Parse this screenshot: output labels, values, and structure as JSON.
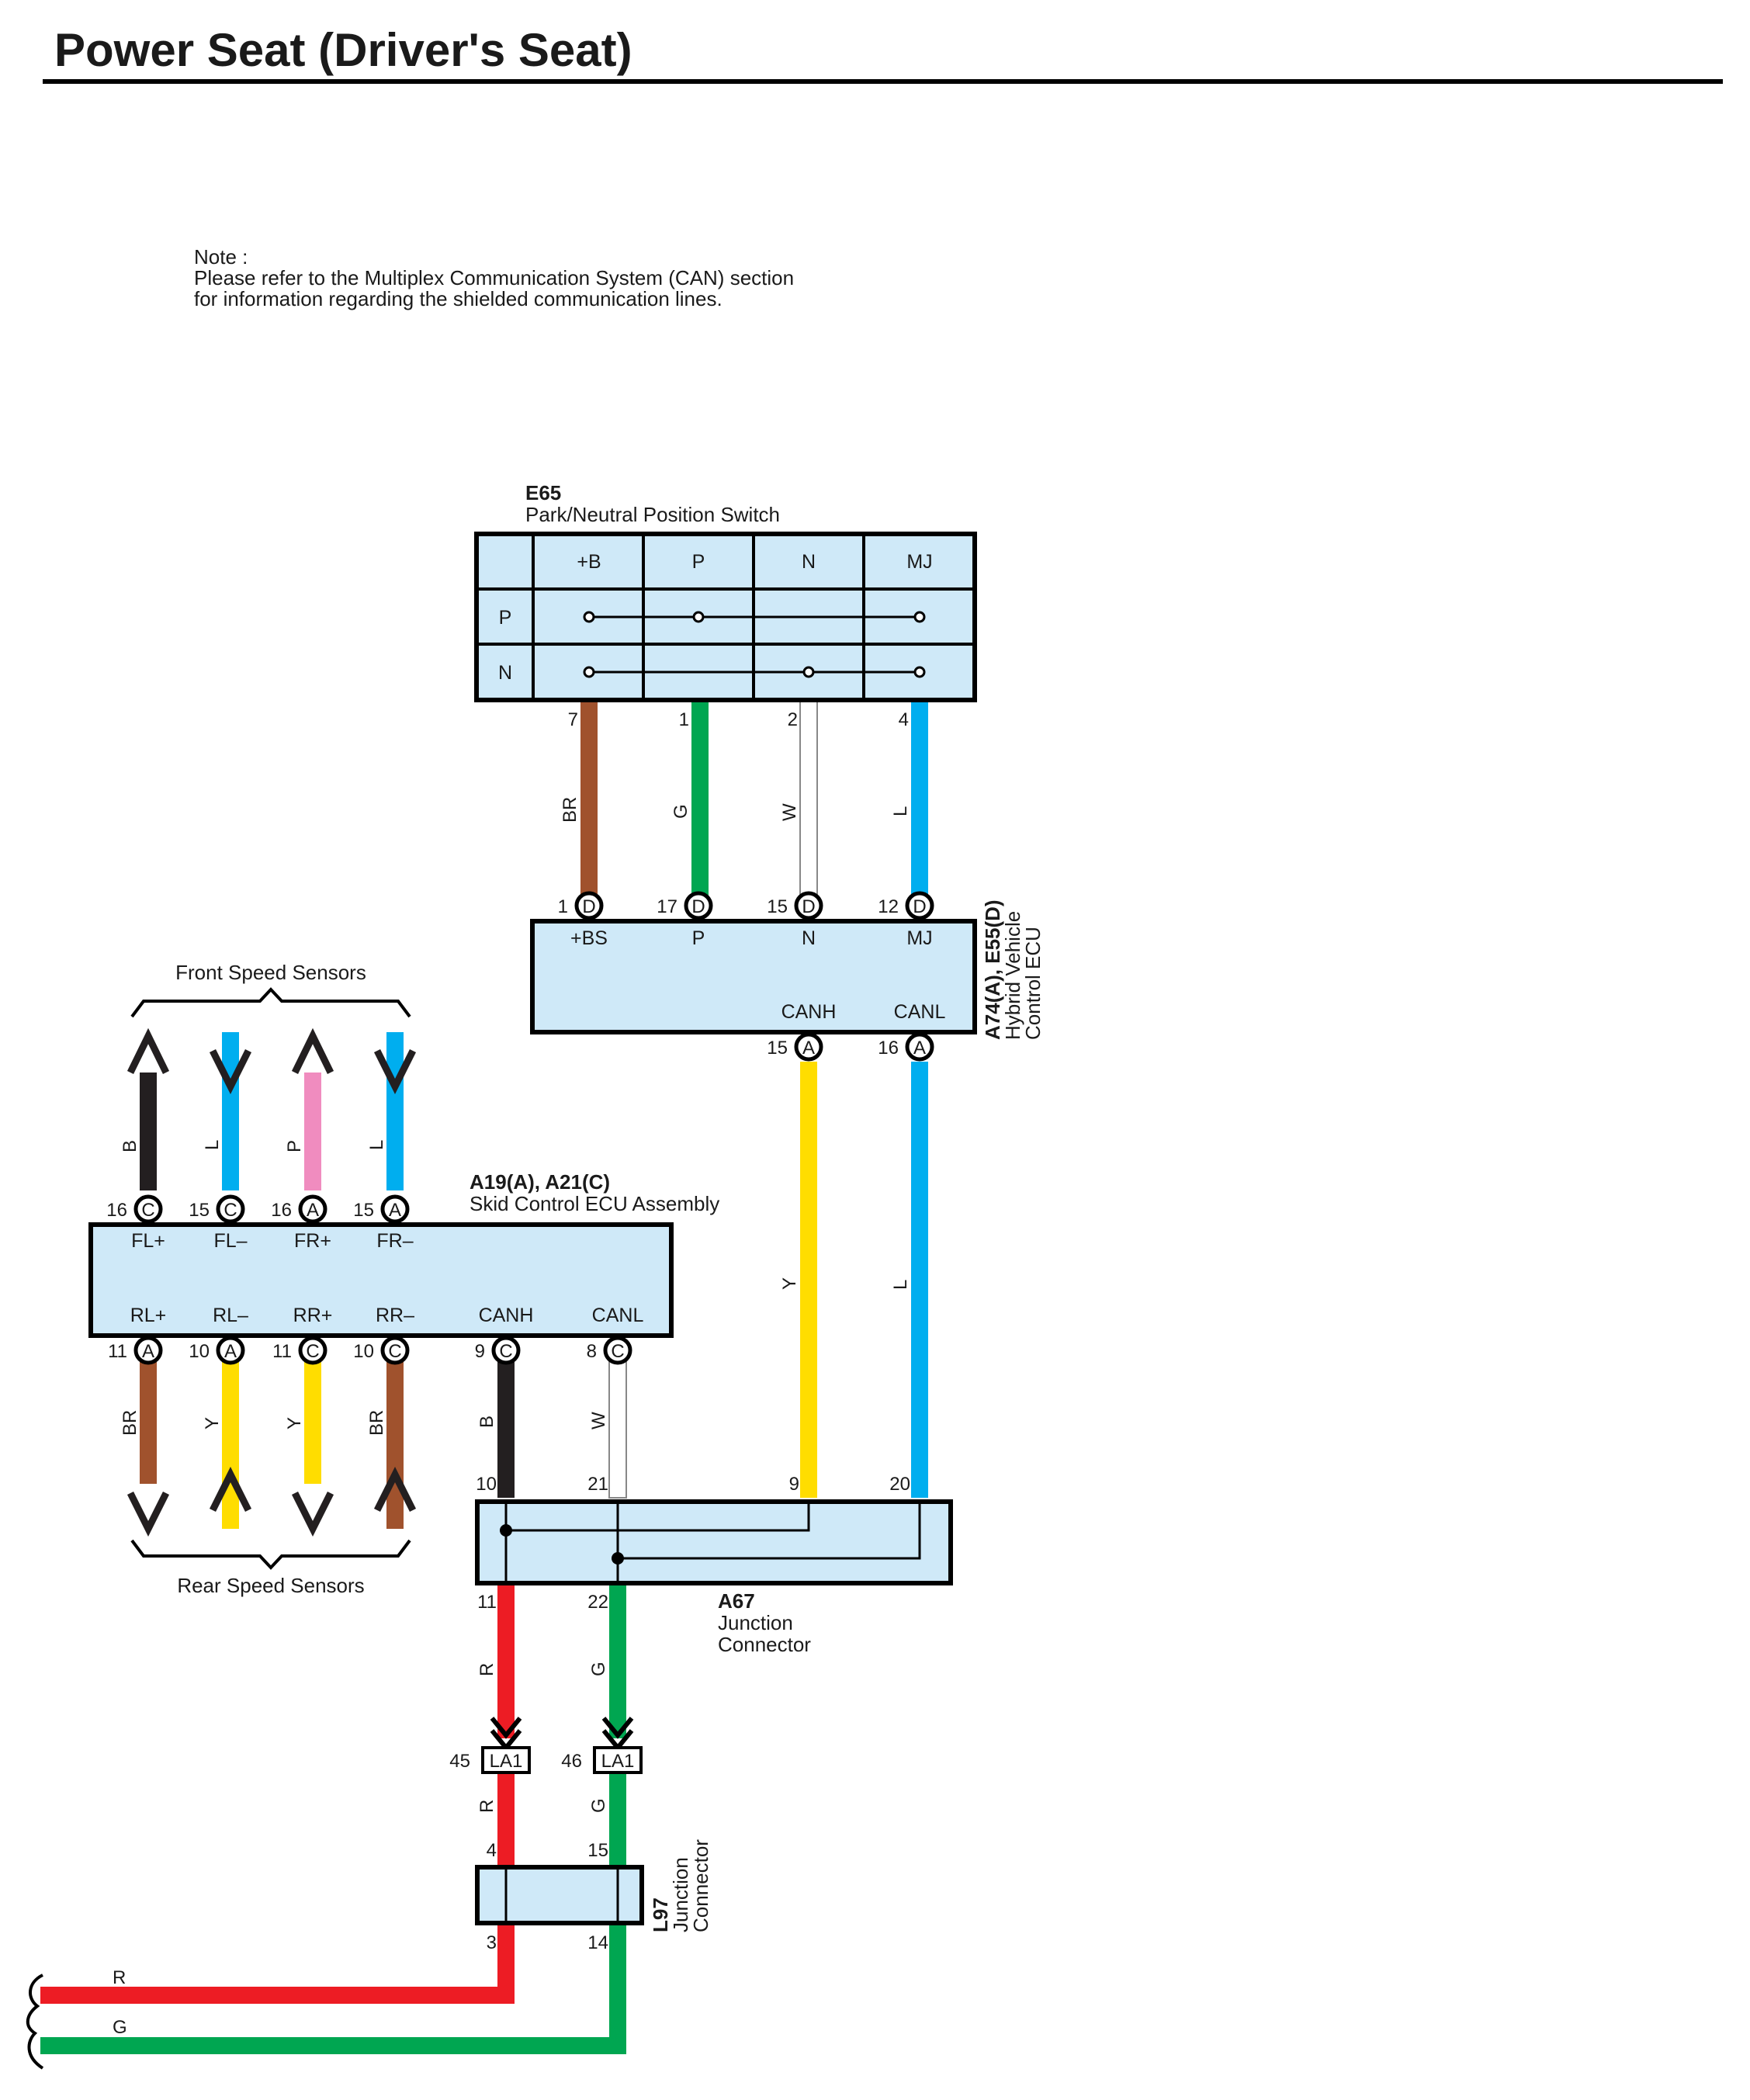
{
  "title": "Power Seat (Driver's Seat)",
  "note": {
    "line1": "Note :",
    "line2": "Please refer to the Multiplex Communication System (CAN) section",
    "line3": "for information regarding the shielded communication lines."
  },
  "colors": {
    "BR": "#a0522d",
    "G": "#00a651",
    "W": "#ffffff",
    "L": "#00aeef",
    "B": "#231f20",
    "P": "#f08cbf",
    "Y": "#ffdd00",
    "R": "#ed1c24",
    "box": "#cfe9f8"
  },
  "components": {
    "e65": {
      "code": "E65",
      "name": "Park/Neutral Position Switch",
      "columns": [
        "+B",
        "P",
        "N",
        "MJ"
      ],
      "rows": [
        "P",
        "N"
      ],
      "pins": [
        "7",
        "1",
        "2",
        "4"
      ],
      "wires": [
        "BR",
        "G",
        "W",
        "L"
      ]
    },
    "hv_ecu": {
      "code": "A74(A), E55(D)",
      "name1": "Hybrid Vehicle",
      "name2": "Control ECU",
      "top_pins": [
        {
          "num": "1",
          "conn": "D",
          "label": "+BS"
        },
        {
          "num": "17",
          "conn": "D",
          "label": "P"
        },
        {
          "num": "15",
          "conn": "D",
          "label": "N"
        },
        {
          "num": "12",
          "conn": "D",
          "label": "MJ"
        }
      ],
      "bottom_labels": [
        "CANH",
        "CANL"
      ],
      "bottom_pins": [
        {
          "num": "15",
          "conn": "A"
        },
        {
          "num": "16",
          "conn": "A"
        }
      ]
    },
    "skid": {
      "code": "A19(A), A21(C)",
      "name": "Skid Control ECU Assembly",
      "top_pins": [
        {
          "num": "16",
          "conn": "C",
          "label": "FL+"
        },
        {
          "num": "15",
          "conn": "C",
          "label": "FL–"
        },
        {
          "num": "16",
          "conn": "A",
          "label": "FR+"
        },
        {
          "num": "15",
          "conn": "A",
          "label": "FR–"
        }
      ],
      "bottom_pins": [
        {
          "num": "11",
          "conn": "A",
          "label": "RL+"
        },
        {
          "num": "10",
          "conn": "A",
          "label": "RL–"
        },
        {
          "num": "11",
          "conn": "C",
          "label": "RR+"
        },
        {
          "num": "10",
          "conn": "C",
          "label": "RR–"
        },
        {
          "num": "9",
          "conn": "C",
          "label": "CANH"
        },
        {
          "num": "8",
          "conn": "C",
          "label": "CANL"
        }
      ]
    },
    "a67": {
      "code": "A67",
      "name1": "Junction",
      "name2": "Connector",
      "top_pins": [
        "10",
        "21",
        "9",
        "20"
      ],
      "bottom_pins": [
        "11",
        "22"
      ]
    },
    "la1": {
      "pins": [
        "45",
        "46"
      ],
      "label": "LA1"
    },
    "l97": {
      "code": "L97",
      "name1": "Junction",
      "name2": "Connector",
      "top_pins": [
        "4",
        "15"
      ],
      "bottom_pins": [
        "3",
        "14"
      ]
    }
  },
  "front_sensors": {
    "label": "Front Speed Sensors",
    "wires": [
      "B",
      "L",
      "P",
      "L"
    ]
  },
  "rear_sensors": {
    "label": "Rear Speed Sensors",
    "wires": [
      "BR",
      "Y",
      "Y",
      "BR"
    ]
  },
  "wire_labels": {
    "skid_canh": "B",
    "skid_canl": "W",
    "hv_canh": "Y",
    "hv_canl": "L",
    "a67_out1": "R",
    "a67_out2": "G",
    "la1_out1": "R",
    "la1_out2": "G",
    "bus1": "R",
    "bus2": "G"
  }
}
